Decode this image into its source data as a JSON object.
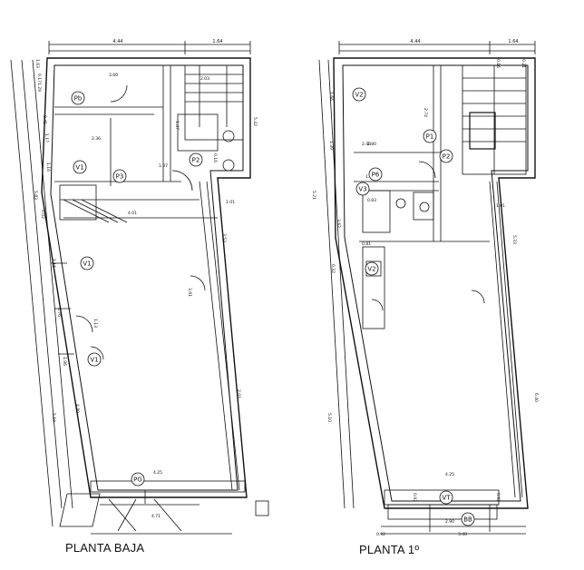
{
  "plans": {
    "ground": {
      "caption": "PLANTA BAJA",
      "top_dims": [
        "4.44",
        "1.64"
      ],
      "dims": [
        "3.60",
        "2.03",
        "1.47",
        "2.36",
        "1.37",
        "0.16",
        "4.01",
        "1.01",
        "3.53",
        "5.83",
        "4.71",
        "4.25",
        "3.61",
        "2.01",
        "1.16",
        "1.76",
        "1.13",
        "1.96",
        "4.89",
        "5.10",
        "5.42",
        "1.29",
        "0.45",
        "1.17",
        "1.16",
        "0.02",
        "1.63",
        "0.17"
      ],
      "tags": [
        "Pb",
        "V1",
        "P3",
        "P2",
        "V1",
        "V1",
        "PG"
      ]
    },
    "first": {
      "caption": "PLANTA 1º",
      "top_dims": [
        "4.44",
        "1.64"
      ],
      "dims": [
        "2.74",
        "2.40",
        "1.07",
        "0.83",
        "5.21",
        "5.10",
        "4.25",
        "6.40",
        "5.33",
        "3.40",
        "2.90",
        "0.93",
        "0.92",
        "0.21",
        "0.16",
        "0.81",
        "1.01",
        "1.66",
        "1.39",
        "3.62",
        "0.32",
        "2.80",
        "0.92"
      ],
      "tags": [
        "V2",
        "P1",
        "P2",
        "P6",
        "V3",
        "V2",
        "VT",
        "BB"
      ]
    }
  }
}
